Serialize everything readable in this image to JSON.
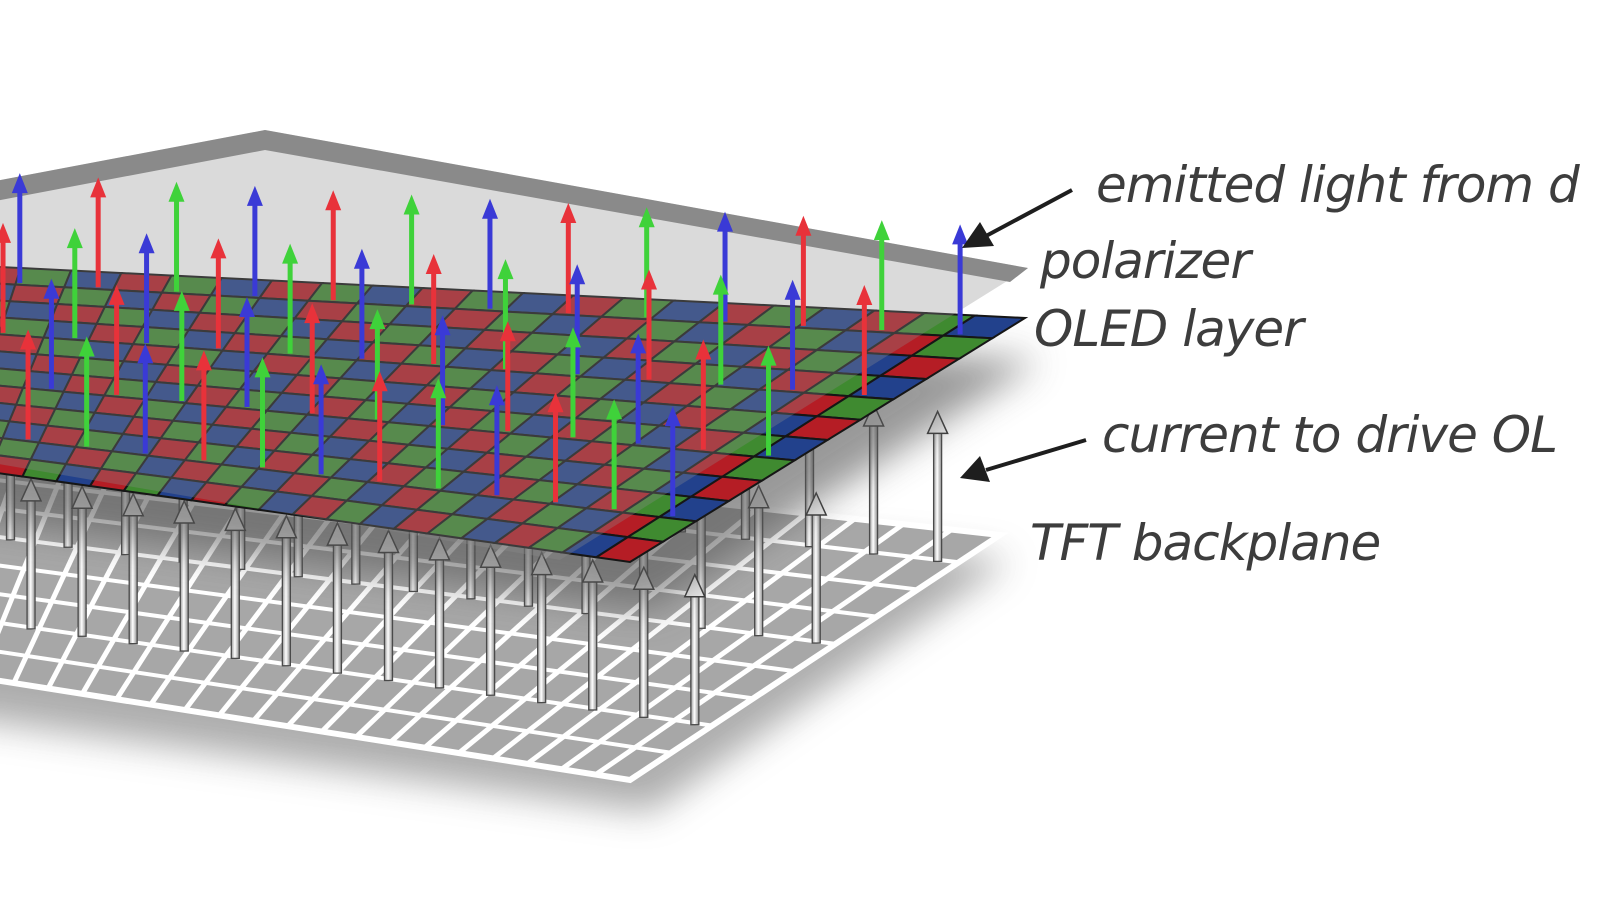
{
  "labels": {
    "emitted_light": "emitted light from d",
    "polarizer": "polarizer",
    "oled_layer": "OLED layer",
    "current": "current to drive OL",
    "tft_backplane": "TFT backplane"
  },
  "colors": {
    "red_subpixel": "#b51d25",
    "green_subpixel": "#3f8a30",
    "blue_subpixel": "#22418c",
    "polarizer": "#8c8c8c",
    "backplane": "#a7a7a7",
    "red_light": "#e8323a",
    "green_light": "#3fd23a",
    "blue_light": "#3a3ad6",
    "current_arrow": "#d9d9d9",
    "label_text": "#3d3d3d"
  },
  "diagram": {
    "oled_pattern": [
      "red",
      "green",
      "blue"
    ],
    "light_pattern": [
      "red",
      "green",
      "blue"
    ]
  }
}
